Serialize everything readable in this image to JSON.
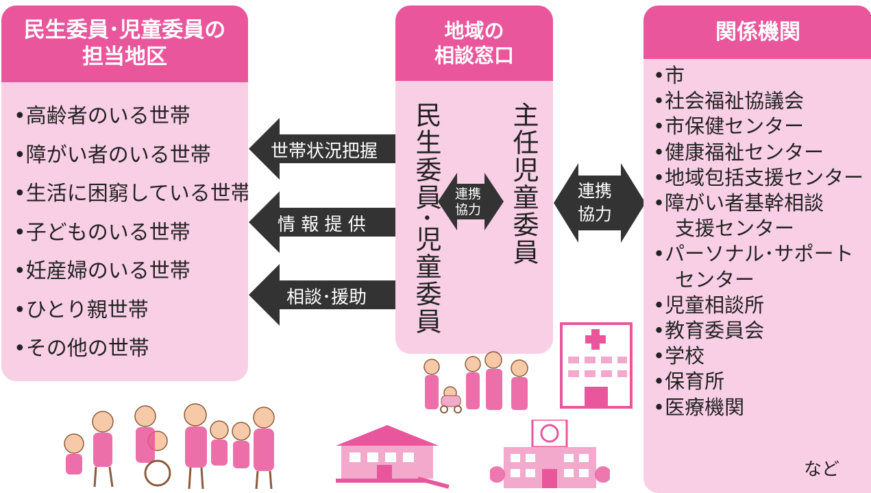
{
  "left_panel": {
    "title_line1": "民生委員･児童委員の",
    "title_line2": "担当地区",
    "items": [
      "•高齢者のいる世帯",
      "•障がい者のいる世帯",
      "•生活に困窮している世帯",
      "•子どものいる世帯",
      "•妊産婦のいる世帯",
      "•ひとり親世帯",
      "•その他の世帯"
    ]
  },
  "center_panel": {
    "title_line1": "地域の",
    "title_line2": "相談窓口",
    "vertical_left": "民生委員･児童委員",
    "vertical_right": "主任児童委員",
    "inner_arrow_line1": "連携",
    "inner_arrow_line2": "協力"
  },
  "arrows": {
    "a1": "世帯状況把握",
    "a2": "情 報 提 供",
    "a3": "相談･援助",
    "right_line1": "連携",
    "right_line2": "協力"
  },
  "right_panel": {
    "title": "関係機関",
    "items": [
      {
        "text": "•市"
      },
      {
        "text": "•社会福祉協議会"
      },
      {
        "text": "•市保健センター"
      },
      {
        "text": "•健康福祉センター"
      },
      {
        "text": "•地域包括支援センター"
      },
      {
        "text": "•障がい者基幹相談",
        "cont": "支援センター"
      },
      {
        "text": "•パーソナル･サポート",
        "cont": "センター"
      },
      {
        "text": "•児童相談所"
      },
      {
        "text": "•教育委員会"
      },
      {
        "text": "•学校"
      },
      {
        "text": "•保育所"
      },
      {
        "text": "•医療機関"
      }
    ],
    "suffix": "など"
  },
  "colors": {
    "header_pink": "#e9569c",
    "panel_pink": "#f9cfe6",
    "arrow_dark": "#333333",
    "illustration_pink": "#e9569c"
  }
}
